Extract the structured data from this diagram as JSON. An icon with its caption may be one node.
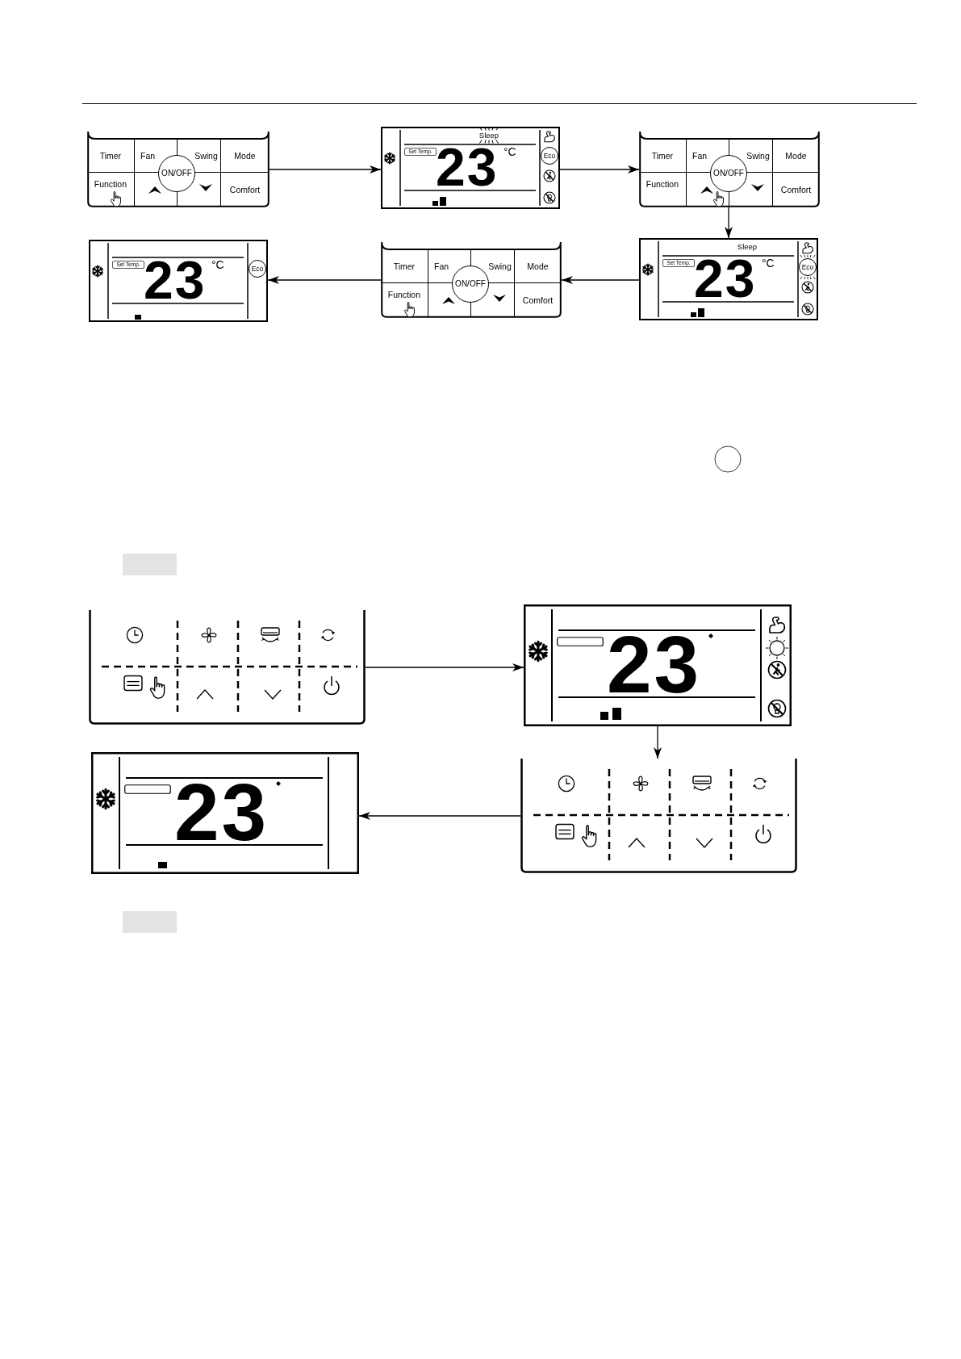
{
  "diagram": {
    "nodes": [
      {
        "text": [
          "Timer",
          "Fan",
          "Swing",
          "Mode",
          "ON/OFF",
          "Function",
          "Comfort"
        ]
      },
      {
        "text": [
          "Sleep",
          "Set Temp.",
          "23",
          "°C",
          "Eco"
        ]
      },
      {
        "text": [
          "Timer",
          "Fan",
          "Swing",
          "Mode",
          "ON/OFF",
          "Function",
          "Comfort"
        ]
      },
      {
        "text": [
          "Set Temp.",
          "23",
          "°C",
          "Eco"
        ]
      },
      {
        "text": [
          "Timer",
          "Fan",
          "Swing",
          "Mode",
          "ON/OFF",
          "Function",
          "Comfort"
        ]
      },
      {
        "text": [
          "Sleep",
          "Set Temp.",
          "23",
          "°C",
          "Eco"
        ]
      },
      {
        "text": [],
        "shape": "box"
      },
      {
        "text": [
          "23"
        ]
      },
      {
        "text": [
          "23"
        ]
      },
      {
        "text": [],
        "shape": "box"
      }
    ],
    "edges": [
      {
        "from": 0,
        "to": 1,
        "arrow": "to"
      },
      {
        "from": 1,
        "to": 2,
        "arrow": "to"
      },
      {
        "from": 2,
        "to": 5,
        "arrow": "to"
      },
      {
        "from": 5,
        "to": 4,
        "arrow": "to"
      },
      {
        "from": 4,
        "to": 3,
        "arrow": "to"
      },
      {
        "from": 6,
        "to": 7,
        "arrow": "to"
      },
      {
        "from": 7,
        "to": 9,
        "arrow": "to"
      },
      {
        "from": 9,
        "to": 8,
        "arrow": "to"
      }
    ]
  }
}
